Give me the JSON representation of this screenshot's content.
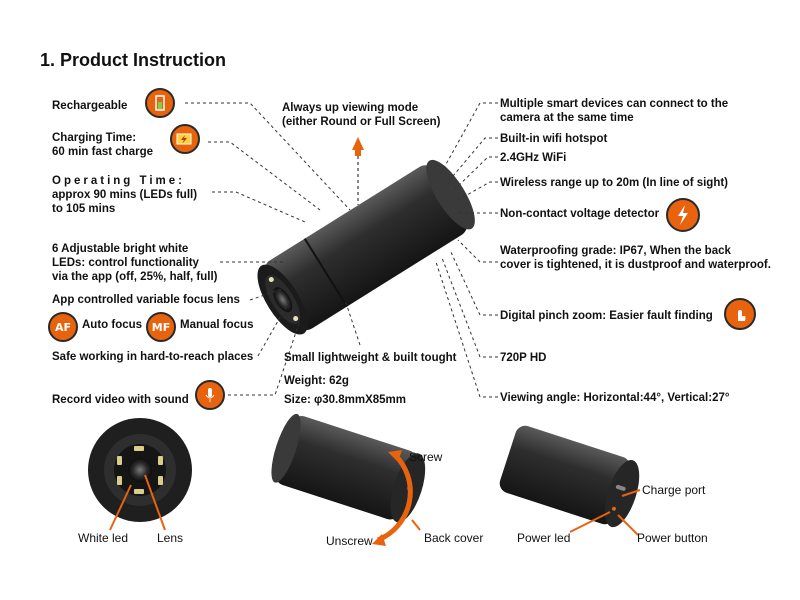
{
  "title": "1. Product Instruction",
  "left": {
    "rechargeable": "Rechargeable",
    "charging_1": "Charging Time:",
    "charging_2": "60 min fast charge",
    "operating_1": "Operating Time:",
    "operating_2": "approx 90 mins (LEDs full)",
    "operating_3": "to 105 mins",
    "leds_1": "6 Adjustable bright white",
    "leds_2": "LEDs: control functionality",
    "leds_3": "via the app (off, 25%, half, full)",
    "focus_lens": "App controlled variable focus lens",
    "auto_focus": "Auto focus",
    "manual_focus": "Manual focus",
    "safe_working": "Safe working in hard-to-reach places",
    "record_video": "Record video with sound"
  },
  "top": {
    "viewing_1": "Always up viewing mode",
    "viewing_2": "(either Round or Full Screen)"
  },
  "right": {
    "multi_1": "Multiple smart devices can connect to the",
    "multi_2": "camera at the same time",
    "hotspot": "Built-in wifi hotspot",
    "wifi": "2.4GHz WiFi",
    "range": "Wireless range up to 20m (In line of sight)",
    "voltage": "Non-contact voltage detector",
    "water_1": "Waterproofing grade: IP67, When the back",
    "water_2": "cover is tightened, it is dustproof and waterproof.",
    "zoom": "Digital pinch zoom: Easier fault finding",
    "hd": "720P HD",
    "angle": "Viewing angle: Horizontal:44°, Vertical:27°"
  },
  "center": {
    "lightweight": "Small lightweight & built tought",
    "weight": "Weight: 62g",
    "size": "Size: φ30.8mmX85mm"
  },
  "icons": {
    "battery": "battery-icon",
    "charging": "charging-icon",
    "auto_focus_text": "AF",
    "manual_focus_text": "MF",
    "record": "microphone-icon",
    "voltage": "lightning-icon",
    "zoom": "pinch-zoom-icon"
  },
  "bottom": {
    "white_led": "White led",
    "lens": "Lens",
    "screw": "Screw",
    "unscrew": "Unscrew",
    "back_cover": "Back cover",
    "charge_port": "Charge port",
    "power_led": "Power led",
    "power_button": "Power button"
  },
  "colors": {
    "accent": "#e8630e",
    "body": "#2b2b2b",
    "text": "#111111"
  }
}
